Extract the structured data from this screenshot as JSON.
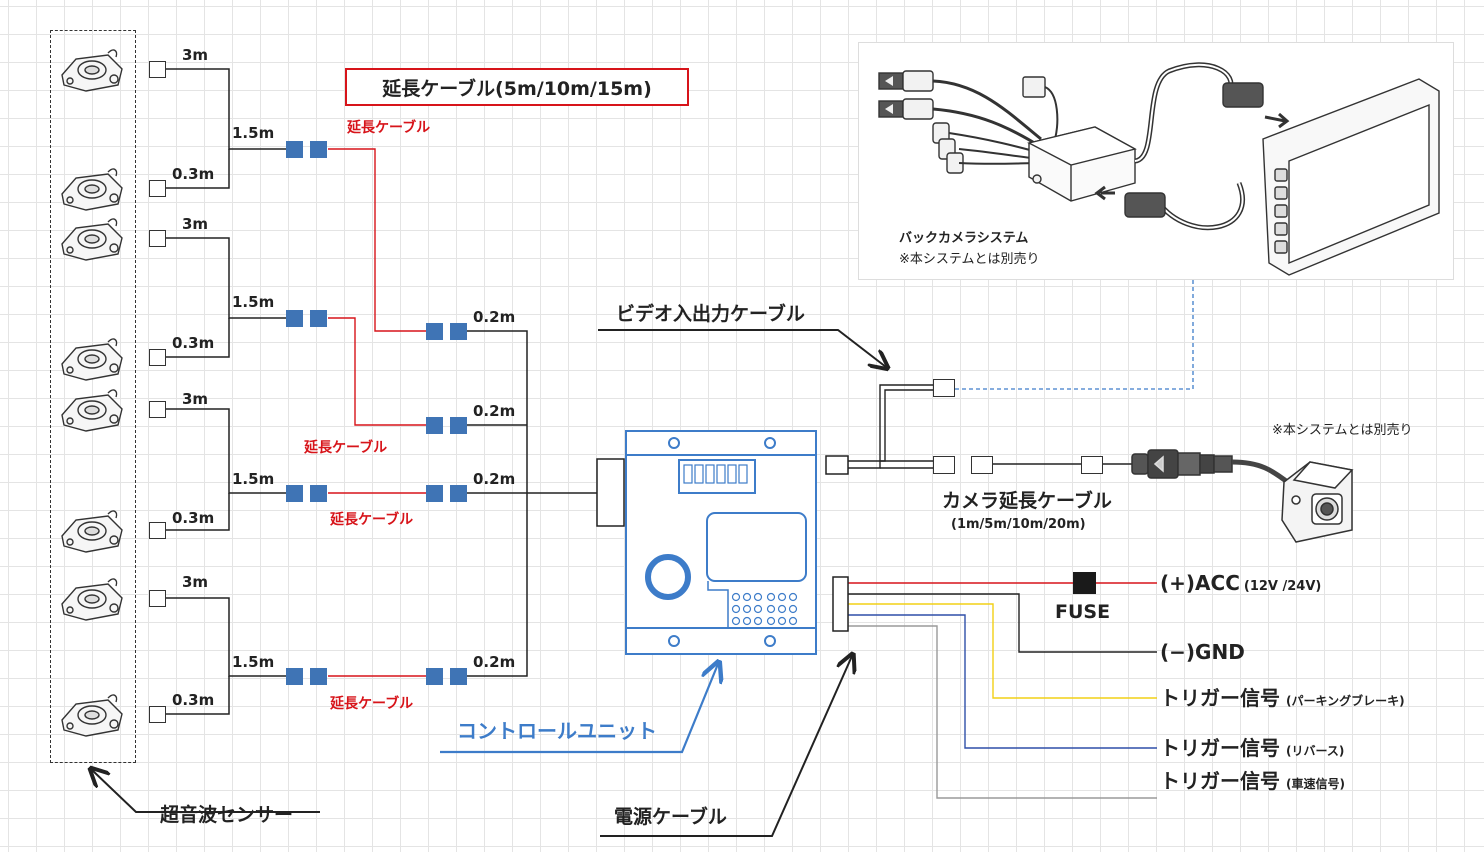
{
  "callout": {
    "extension_cable_sizes": "延長ケーブル(5m/10m/15m)"
  },
  "lengths": {
    "g1_3m": "3m",
    "g1_15m": "1.5m",
    "g1_03m": "0.3m",
    "g2_3m": "3m",
    "g2_15m": "1.5m",
    "g2_03m": "0.3m",
    "g3_3m": "3m",
    "g3_15m": "1.5m",
    "g3_03m": "0.3m",
    "g4_3m": "3m",
    "g4_15m": "1.5m",
    "g4_03m": "0.3m",
    "j1_02m": "0.2m",
    "j2_02m": "0.2m",
    "j3_02m": "0.2m",
    "j4_02m": "0.2m"
  },
  "extension_labels": [
    "延長ケーブル",
    "延長ケーブル",
    "延長ケーブル",
    "延長ケーブル"
  ],
  "backcam": {
    "title": "バックカメラシステム",
    "note": "※本システムとは別売り"
  },
  "video_cable": "ビデオ入出力ケーブル",
  "camera_note": "※本システムとは別売り",
  "camera_ext": {
    "title": "カメラ延長ケーブル",
    "sizes": "(1m/5m/10m/20m)"
  },
  "power": {
    "acc": "(+)ACC",
    "acc_volts": "(12V /24V)",
    "fuse": "FUSE",
    "gnd": "(−)GND"
  },
  "triggers": [
    {
      "label": "トリガー信号",
      "detail": "(パーキングブレーキ)"
    },
    {
      "label": "トリガー信号",
      "detail": "(リバース)"
    },
    {
      "label": "トリガー信号",
      "detail": "(車速信号)"
    }
  ],
  "control_unit": "コントロールユニット",
  "sensors_label": "超音波センサー",
  "power_cable": "電源ケーブル",
  "colors": {
    "extension_wire": "#d7141a",
    "connector_blue": "#3f74b5",
    "acc_wire": "#d7141a",
    "parking_wire": "#f2d016",
    "reverse_wire": "#2f4fa8",
    "speed_wire": "#9a9a9a",
    "control_unit_stroke": "#3d7cc9"
  }
}
